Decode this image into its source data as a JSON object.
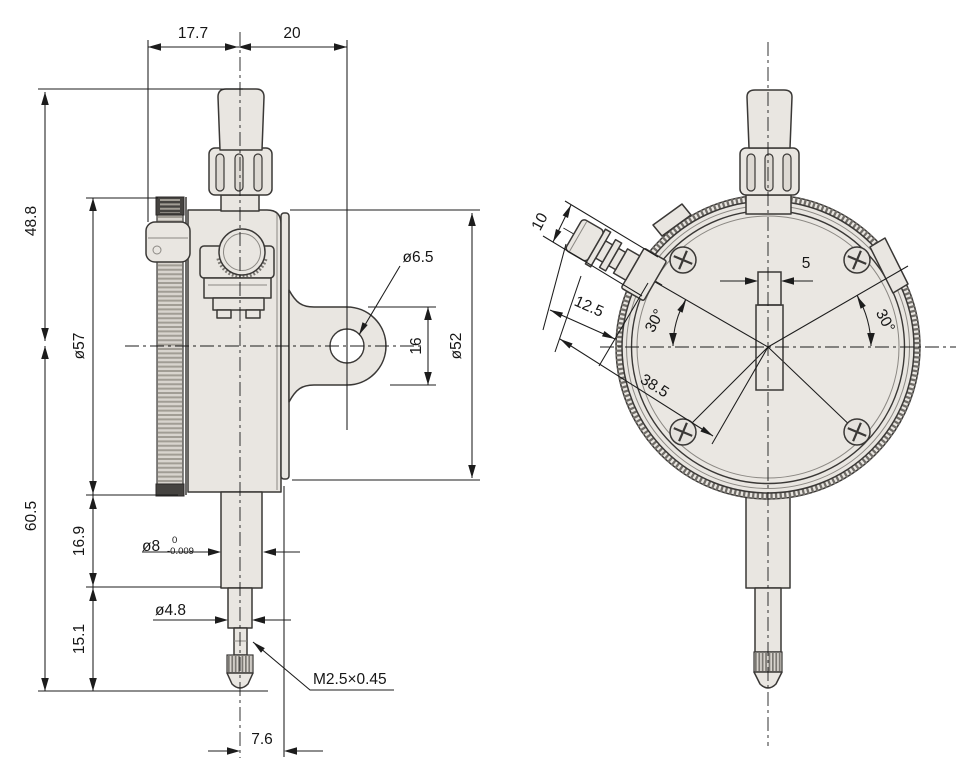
{
  "side_view": {
    "width_bezel_to_center": "17.7",
    "width_center_to_lug": "20",
    "height_top_to_center": "48.8",
    "bezel_diameter": "ø57",
    "height_center_to_tip": "60.5",
    "stem_length": "16.9",
    "spindle_length": "15.1",
    "stem_diameter": "ø8",
    "stem_tol_high": "0",
    "stem_tol_low": "-0.009",
    "spindle_diameter": "ø4.8",
    "contact_point_thread": "M2.5×0.45",
    "tip_to_back_offset": "7.6",
    "lug_hole_diameter": "ø6.5",
    "lug_width": "16",
    "back_cover_diameter": "ø52"
  },
  "front_view": {
    "lever_knob_diameter": "10",
    "lever_knob_length": "12.5",
    "lever_length": "38.5",
    "angle_left": "30°",
    "angle_right": "30°",
    "slot_width": "5"
  },
  "colors": {
    "part_fill": "#e9e6e1",
    "plate_fill": "#eae7e2",
    "outline": "#3a3836",
    "dimension": "#1c1c1c"
  }
}
